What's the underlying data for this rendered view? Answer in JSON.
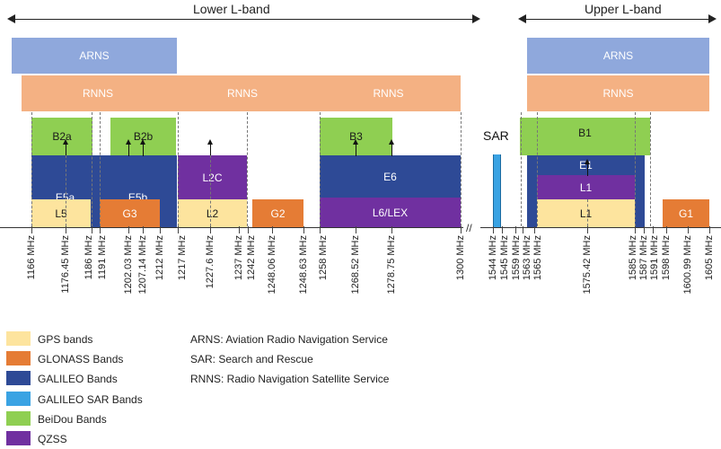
{
  "header": {
    "lower": "Lower L-band",
    "upper": "Upper L-band"
  },
  "blocks": {
    "arns_left": "ARNS",
    "arns_right": "ARNS",
    "rnns_1": "RNNS",
    "rnns_2": "RNNS",
    "rnns_3": "RNNS",
    "rnns_4": "RNNS",
    "b2a": "B2a",
    "b2b": "B2b",
    "b3": "B3",
    "b1": "B1",
    "e5a": "E5a",
    "e5b": "E5b",
    "e6": "E6",
    "e1": "E1",
    "l5": "L5",
    "g3": "G3",
    "l2c": "L2C",
    "l2": "L2",
    "g2": "G2",
    "l6lex": "L6/LEX",
    "l1_qzss": "L1",
    "l1": "L1",
    "g1": "G1",
    "sar": "SAR"
  },
  "frequencies": [
    "1166 MHz",
    "1176.45 MHz",
    "1186 MHz",
    "1191 MHz",
    "1202.03 MHz",
    "1207.14 MHz",
    "1212 MHz",
    "1217 MHz",
    "1227.6 MHz",
    "1237 MHz",
    "1242 MHz",
    "1248.06 MHz",
    "1248.63 MHz",
    "1258 MHz",
    "1268.52 MHz",
    "1278.75 MHz",
    "1300 MHz",
    "1544 MHz",
    "1545 MHz",
    "1559 MHz",
    "1563 MHz",
    "1565 MHz",
    "1575.42 MHz",
    "1585 MHz",
    "1587 MHz",
    "1591 MHz",
    "1598 MHz",
    "1600.99 MHz",
    "1605 MHz"
  ],
  "legend": [
    {
      "label": "GPS bands",
      "color": "#fde49e"
    },
    {
      "label": "GLONASS Bands",
      "color": "#e57c35"
    },
    {
      "label": "GALILEO Bands",
      "color": "#2e4a96"
    },
    {
      "label": "GALILEO SAR Bands",
      "color": "#3aa3e3"
    },
    {
      "label": "BeiDou Bands",
      "color": "#8fcf52"
    },
    {
      "label": "QZSS",
      "color": "#7030a0"
    }
  ],
  "definitions": [
    "ARNS: Aviation Radio Navigation Service",
    "SAR: Search and Rescue",
    "RNNS: Radio Navigation Satellite Service"
  ],
  "colors": {
    "arns": "#8fa8dc",
    "rnns": "#f4b183",
    "gps": "#fde49e",
    "glonass": "#e57c35",
    "galileo": "#2e4a96",
    "sar": "#3aa3e3",
    "beidou": "#8fcf52",
    "qzss": "#7030a0"
  }
}
